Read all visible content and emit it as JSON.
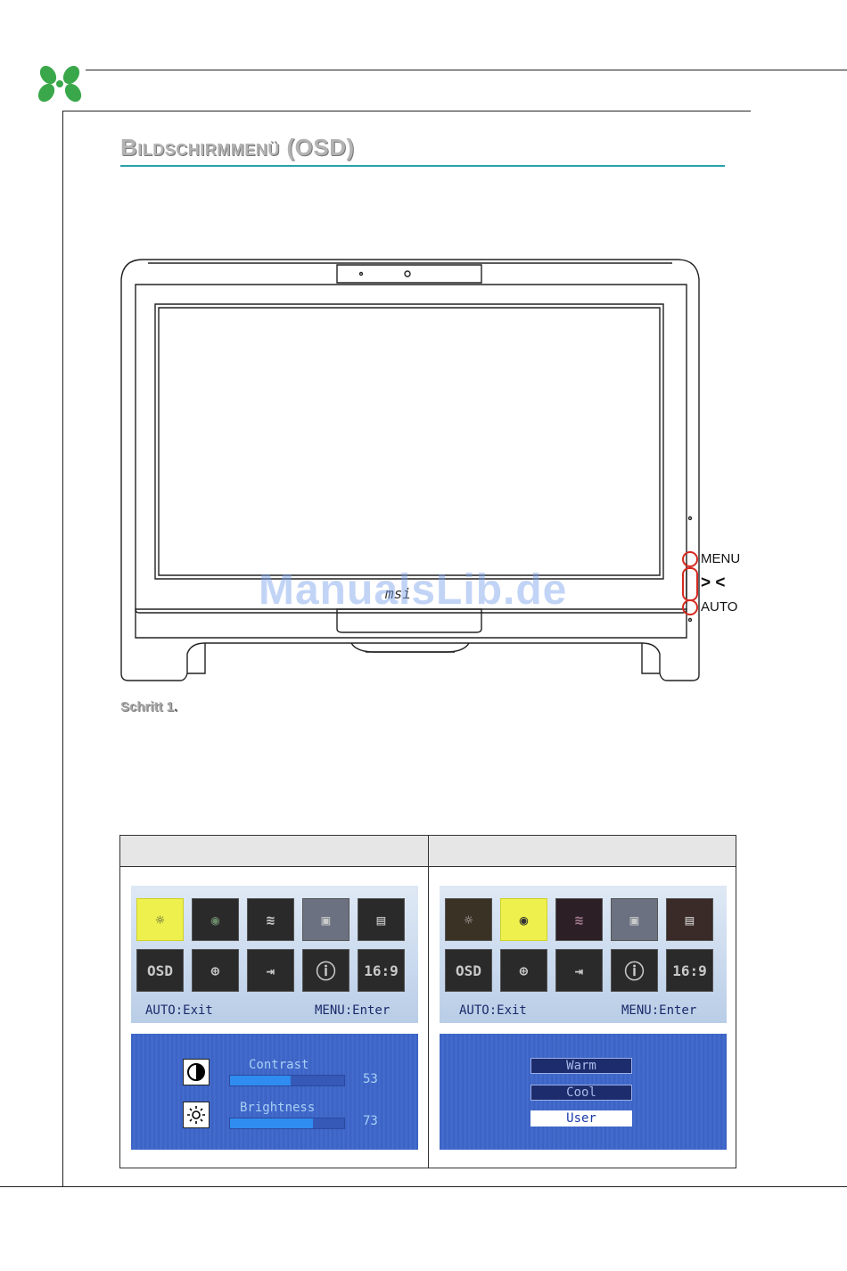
{
  "header": {
    "title": "Bildschirmmenü (OSD)"
  },
  "figure": {
    "caption_bold": "Schritt 1",
    "caption_tail": ".",
    "buttons": {
      "menu": "MENU",
      "arrows": "> <",
      "auto": "AUTO"
    },
    "watermark": "ManualsLib.de"
  },
  "osd": {
    "footer_left": "AUTO:Exit",
    "footer_right": "MENU:Enter",
    "icons": [
      "brightness-icon",
      "color-icon",
      "noise-icon",
      "image-icon",
      "screen-icon",
      "osd-icon",
      "language-icon",
      "input-icon",
      "info-icon",
      "aspect-icon"
    ],
    "osd_label": "OSD",
    "aspect_label": "16:9",
    "panel_left": {
      "contrast_label": "Contrast",
      "contrast_value": "53",
      "contrast_level": 0.53,
      "brightness_label": "Brightness",
      "brightness_value": "73",
      "brightness_level": 0.73
    },
    "panel_right": {
      "options": [
        "Warm",
        "Cool",
        "User"
      ],
      "selected": "User"
    }
  }
}
